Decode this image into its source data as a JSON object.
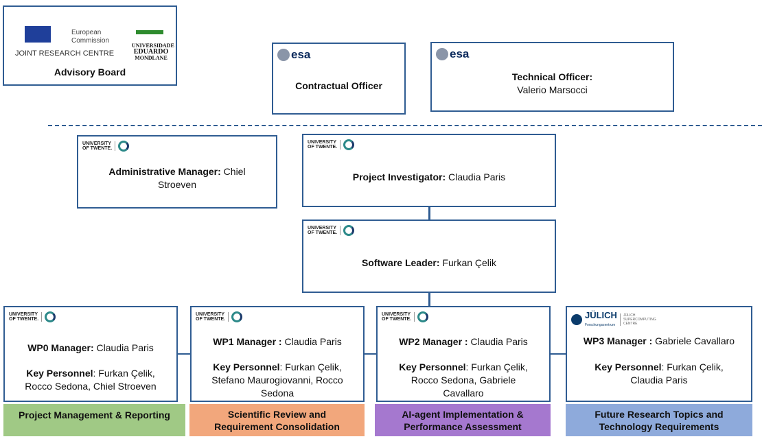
{
  "advisory": {
    "logo1_line1": "European",
    "logo1_line2": "Commission",
    "logo1_org": "JOINT RESEARCH CENTRE",
    "logo2": [
      "UNIVERSIDADE",
      "EDUARDO",
      "MONDLANE"
    ],
    "title": "Advisory Board"
  },
  "esa_logo": "esa",
  "ut_logo": [
    "UNIVERSITY",
    "OF TWENTE."
  ],
  "contractual": {
    "title": "Contractual Officer"
  },
  "technical": {
    "title": "Technical Officer:",
    "name": "Valerio Marsocci"
  },
  "admin": {
    "role": "Administrative Manager:",
    "name": "Chiel Stroeven"
  },
  "pi": {
    "role": "Project Investigator:",
    "name": "Claudia Paris"
  },
  "software": {
    "role": "Software Leader:",
    "name": "Furkan Çelik"
  },
  "julich_logo": {
    "name": "JÜLICH",
    "sub": "Forschungszentrum",
    "centre": [
      "JÜLICH",
      "SUPERCOMPUTING",
      "CENTRE"
    ]
  },
  "wps": [
    {
      "manager_label": "WP0 Manager:",
      "manager": "Claudia Paris",
      "key_label": "Key Personnel",
      "key": ": Furkan Çelik, Rocco Sedona, Chiel  Stroeven",
      "task": "Project Management & Reporting",
      "color": "#a0c985"
    },
    {
      "manager_label": "WP1 Manager :",
      "manager": "Claudia Paris",
      "key_label": "Key Personnel",
      "key": ": Furkan Çelik, Stefano Maurogiovanni, Rocco Sedona",
      "task": "Scientific Review and Requirement Consolidation",
      "color": "#f2a77c"
    },
    {
      "manager_label": "WP2 Manager :",
      "manager": "Claudia Paris",
      "key_label": "Key Personnel",
      "key": ": Furkan Çelik, Rocco Sedona, Gabriele Cavallaro",
      "task": "AI-agent Implementation & Performance Assessment",
      "color": "#a578cf"
    },
    {
      "manager_label": "WP3 Manager :",
      "manager": "Gabriele Cavallaro",
      "key_label": "Key Personnel",
      "key": ": Furkan Çelik, Claudia Paris",
      "task": "Future Research Topics and Technology Requirements",
      "color": "#8eaadb"
    }
  ]
}
